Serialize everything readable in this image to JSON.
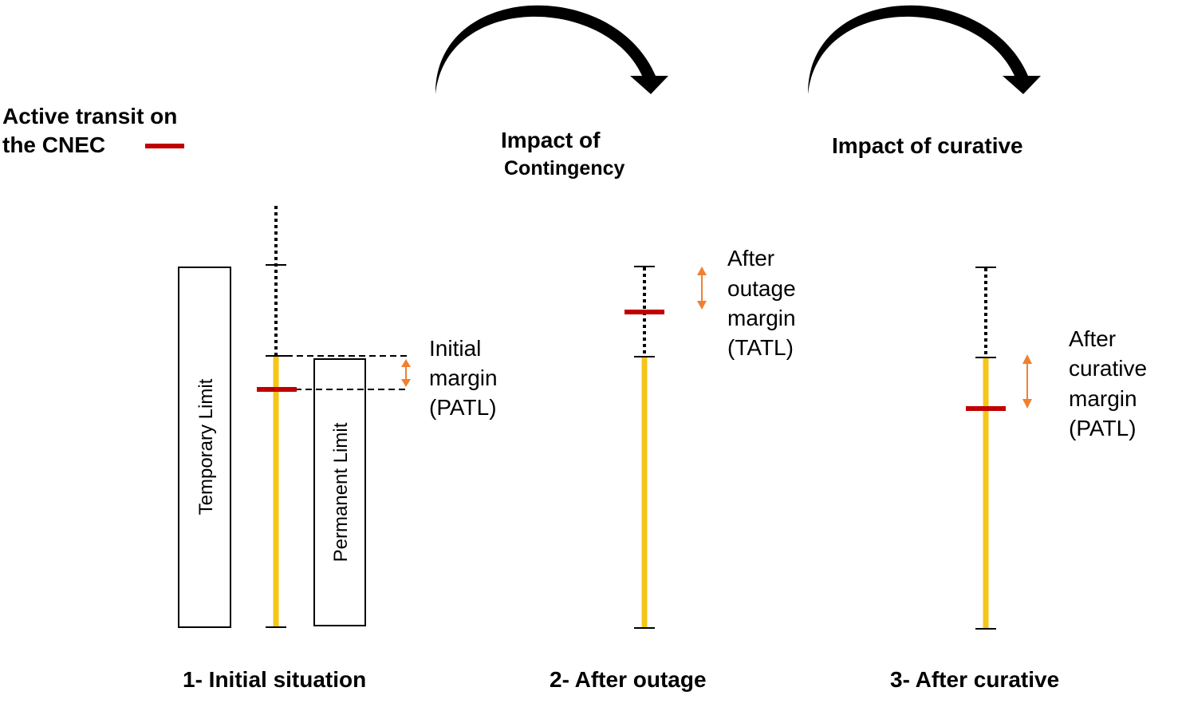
{
  "legend": {
    "line1": "Active transit on",
    "line2": "the CNEC",
    "marker_color": "#c00000"
  },
  "headers": {
    "contingency_line1": "Impact of",
    "contingency_line2": "Contingency",
    "curative": "Impact of curative"
  },
  "limits": {
    "temporary": "Temporary Limit",
    "permanent": "Permanent Limit"
  },
  "margins": {
    "initial": [
      "Initial",
      "margin",
      "(PATL)"
    ],
    "after_outage": [
      "After",
      "outage",
      "margin",
      "(TATL)"
    ],
    "after_curative": [
      "After",
      "curative",
      "margin",
      "(PATL)"
    ]
  },
  "captions": {
    "initial": "1- Initial situation",
    "after_outage": "2- After outage",
    "after_curative": "3- After curative"
  },
  "colors": {
    "flow_bar": "#f5c518",
    "margin_arrow": "#f08030",
    "transit": "#c00000",
    "ink": "#000000"
  }
}
